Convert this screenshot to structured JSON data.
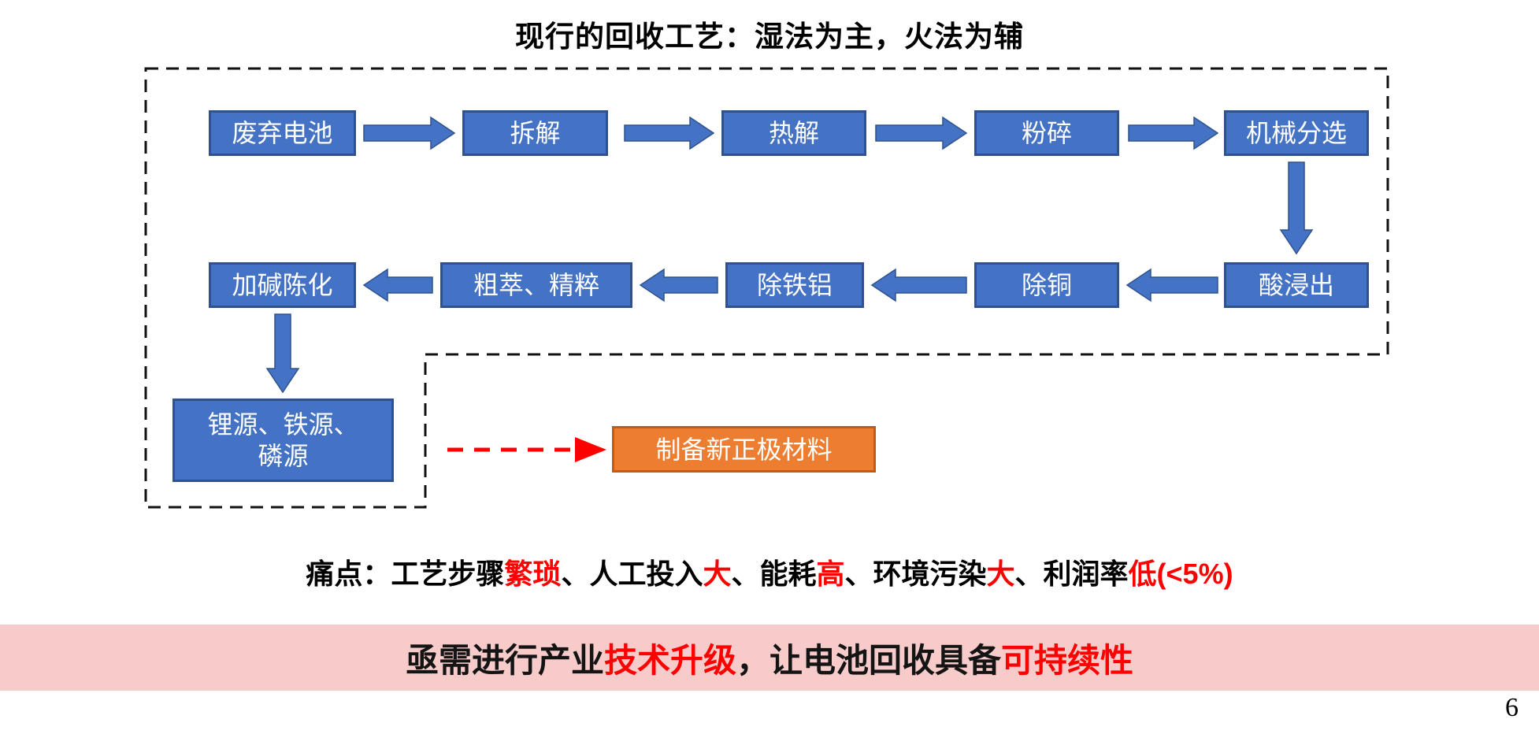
{
  "page": {
    "title": "现行的回收工艺：湿法为主，火法为辅",
    "page_number": "6"
  },
  "colors": {
    "process_box_fill": "#4472C4",
    "process_box_border": "#2F528F",
    "output_box_fill": "#ED7D31",
    "output_box_border": "#C55A11",
    "arrow_blue": "#4472C4",
    "highlight_red": "#FF0000",
    "banner_background": "#F8CBCB",
    "dashed_border": "#111111"
  },
  "icons": {
    "flow_arrow": "block-arrow",
    "transfer_arrow": "red-dashed-arrow"
  },
  "flowchart": {
    "row1": [
      "废弃电池",
      "拆解",
      "热解",
      "粉碎",
      "机械分选"
    ],
    "row2": [
      "加碱陈化",
      "粗萃、精粹",
      "除铁铝",
      "除铜",
      "酸浸出"
    ],
    "source_box": {
      "line1": "锂源、铁源、",
      "line2": "磷源"
    },
    "output_box": "制备新正极材料"
  },
  "pain_points": {
    "segments": [
      {
        "text": "痛点：工艺步骤",
        "color": "black"
      },
      {
        "text": "繁琐",
        "color": "red"
      },
      {
        "text": "、人工投入",
        "color": "black"
      },
      {
        "text": "大",
        "color": "red"
      },
      {
        "text": "、能耗",
        "color": "black"
      },
      {
        "text": "高",
        "color": "red"
      },
      {
        "text": "、环境污染",
        "color": "black"
      },
      {
        "text": "大",
        "color": "red"
      },
      {
        "text": "、利润率",
        "color": "black"
      },
      {
        "text": "低(<5%)",
        "color": "red"
      }
    ]
  },
  "banner": {
    "segments": [
      {
        "text": "亟需进行产业",
        "color": "black"
      },
      {
        "text": "技术升级",
        "color": "red"
      },
      {
        "text": "，让电池回收具备",
        "color": "black"
      },
      {
        "text": "可持续性",
        "color": "red"
      }
    ]
  }
}
